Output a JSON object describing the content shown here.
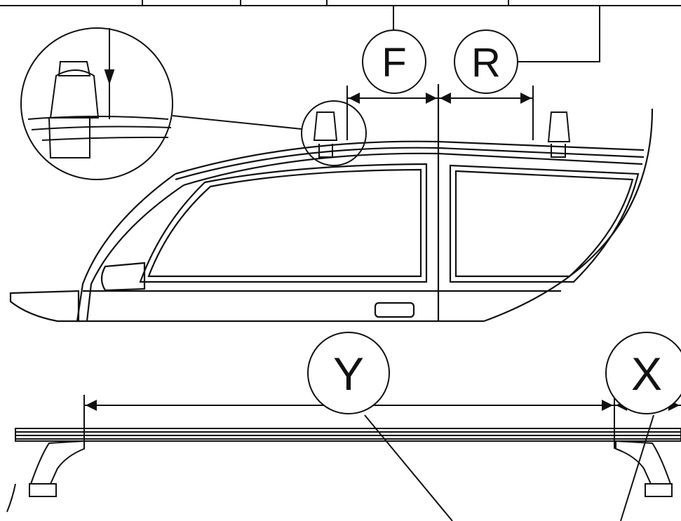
{
  "labels": {
    "front": "F",
    "rear": "R",
    "bar_length": "Y",
    "overhang": "X"
  },
  "colors": {
    "line": "#111111",
    "background": "#ffffff"
  }
}
